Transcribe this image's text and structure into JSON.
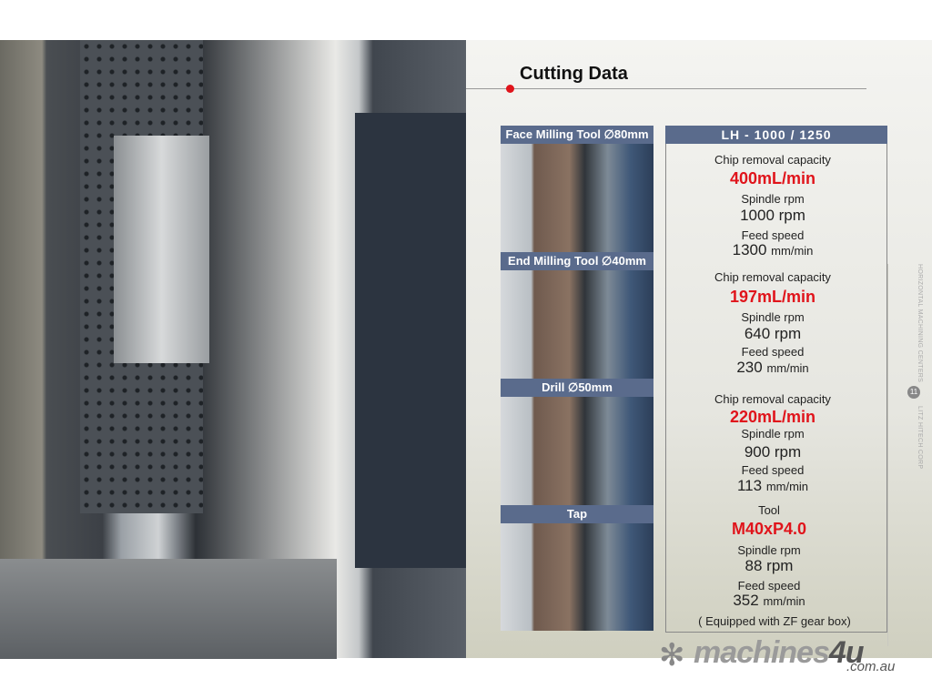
{
  "title": "Cutting Data",
  "tools": [
    {
      "label": "Face Milling Tool ∅80mm"
    },
    {
      "label": "End Milling Tool ∅40mm"
    },
    {
      "label": "Drill ∅50mm"
    },
    {
      "label": "Tap"
    }
  ],
  "table": {
    "header": "LH - 1000 / 1250",
    "rows": [
      {
        "k1": "Chip removal capacity",
        "v1": "400mL/min",
        "k2": "Spindle rpm",
        "v2": "1000 rpm",
        "k3": "Feed speed",
        "v3": "1300",
        "u3": "mm/min"
      },
      {
        "k1": "Chip removal capacity",
        "v1": "197mL/min",
        "k2": "Spindle rpm",
        "v2": "640 rpm",
        "k3": "Feed speed",
        "v3": "230",
        "u3": "mm/min"
      },
      {
        "k1": "Chip removal capacity",
        "v1": "220mL/min",
        "k2": "Spindle rpm",
        "v2": "900 rpm",
        "k3": "Feed speed",
        "v3": "113",
        "u3": "mm/min"
      },
      {
        "k1": "Tool",
        "v1": "M40xP4.0",
        "k2": "Spindle rpm",
        "v2": "88 rpm",
        "k3": "Feed speed",
        "v3": "352",
        "u3": "mm/min"
      }
    ],
    "note": "( Equipped with ZF gear box)"
  },
  "side": {
    "left": "HORIZONTAL MACHINING CENTERS",
    "page": "11",
    "right": "LITZ HITECH CORP"
  },
  "watermark": {
    "a": "machines",
    "b": "4u",
    "c": ".com.au"
  },
  "colors": {
    "accent": "#e0141b",
    "bar": "#5a6b8c"
  }
}
